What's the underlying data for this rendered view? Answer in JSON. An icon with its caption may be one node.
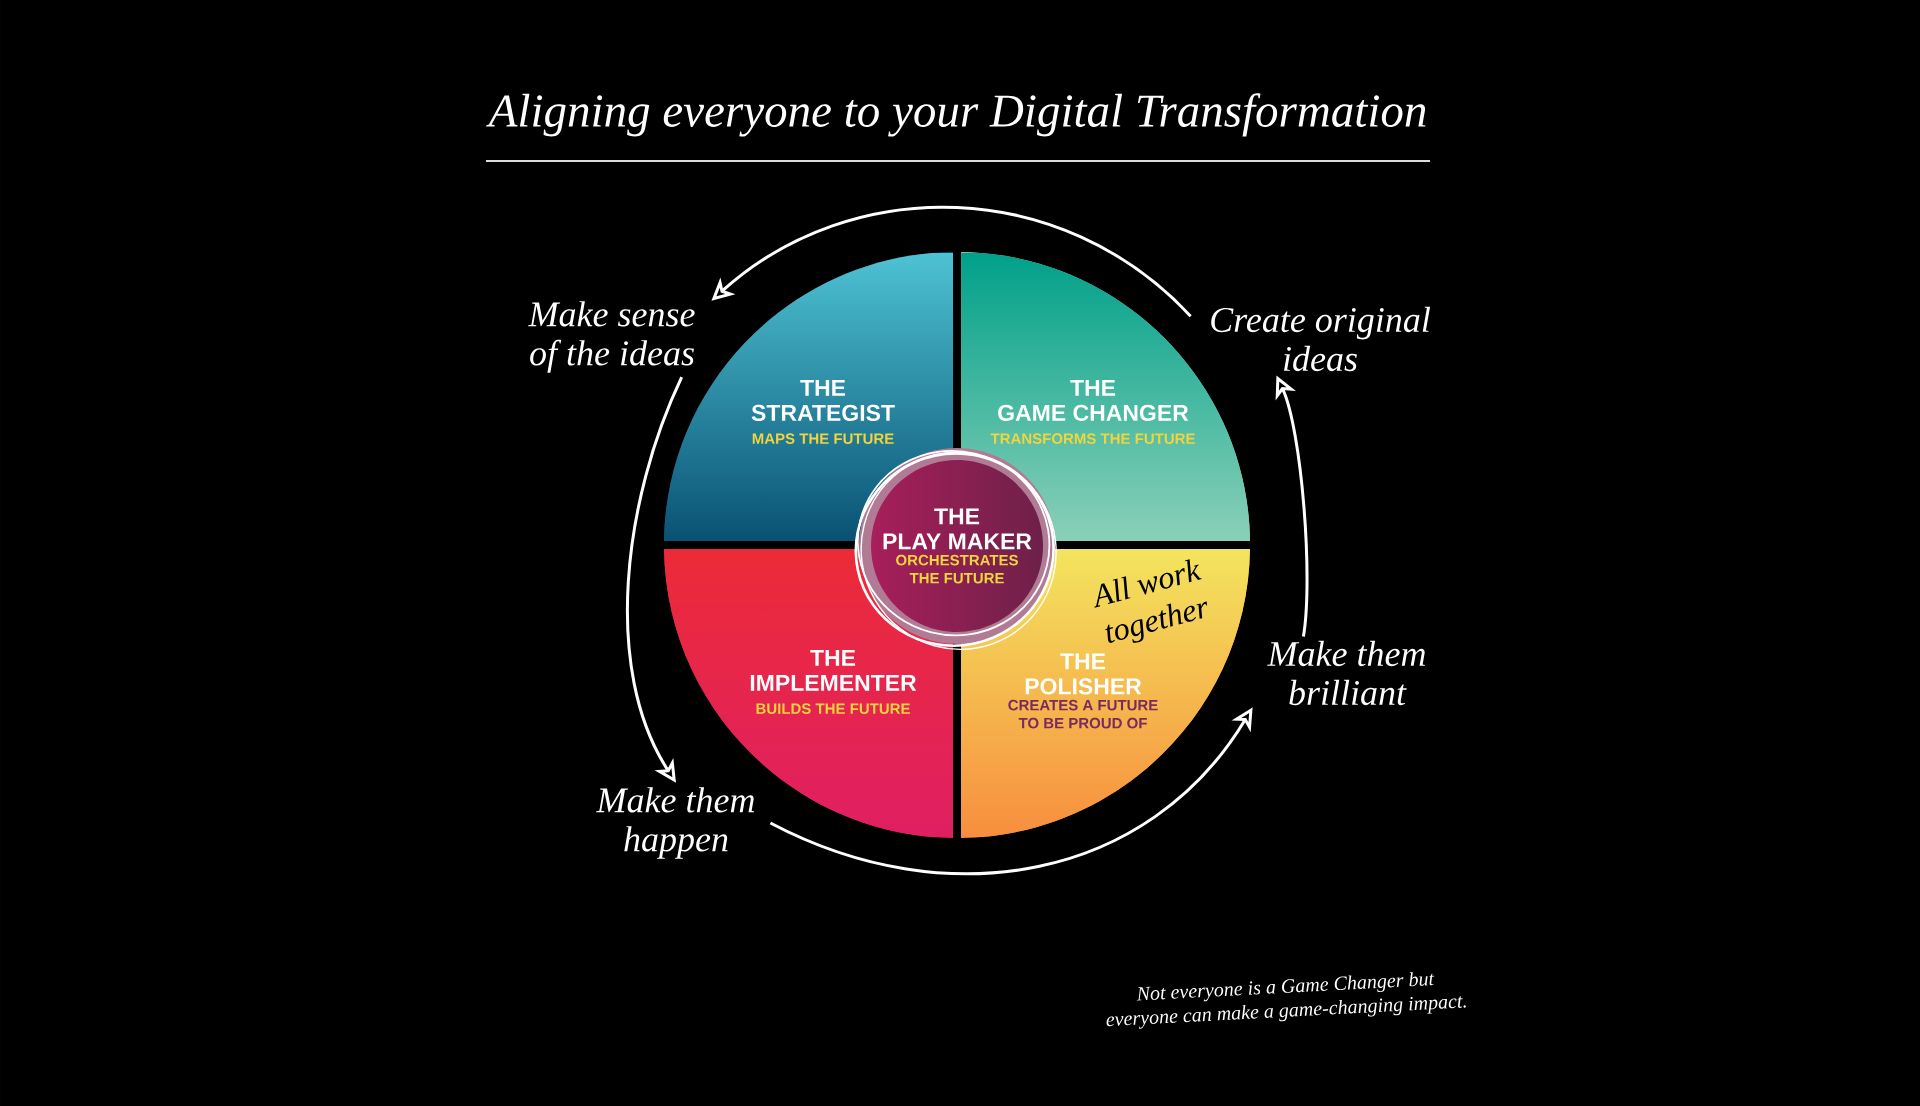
{
  "diagram": {
    "title": "Aligning everyone to your Digital Transformation",
    "nodes": [
      {
        "text": [
          "Make sense of the ideas"
        ]
      },
      {
        "text": [
          "Create original ideas"
        ]
      },
      {
        "text": [
          "THE STRATEGIST",
          "MAPS THE FUTURE"
        ]
      },
      {
        "text": [
          "THE GAME CHANGER",
          "TRANSFORMS THE FUTURE"
        ]
      },
      {
        "text": [
          "THE PLAY MAKER",
          "ORCHESTRATES THE FUTURE"
        ]
      },
      {
        "text": [
          "THE IMPLEMENTER",
          "BUILDS THE FUTURE"
        ]
      },
      {
        "text": [
          "THE POLISHER",
          "CREATES A FUTURE TO BE PROUD OF"
        ]
      },
      {
        "text": [
          "Make them brilliant"
        ]
      },
      {
        "text": [
          "Make them happen"
        ]
      }
    ],
    "edges": [
      {
        "from": 1,
        "to": 0,
        "arrow": "to"
      },
      {
        "from": 0,
        "to": 8,
        "arrow": "to"
      },
      {
        "from": 8,
        "to": 7,
        "arrow": "to"
      },
      {
        "from": 7,
        "to": 1,
        "arrow": "to"
      }
    ],
    "labels": [
      "All work together",
      "Not everyone is a Game Changer but everyone can make a game-changing impact."
    ]
  }
}
